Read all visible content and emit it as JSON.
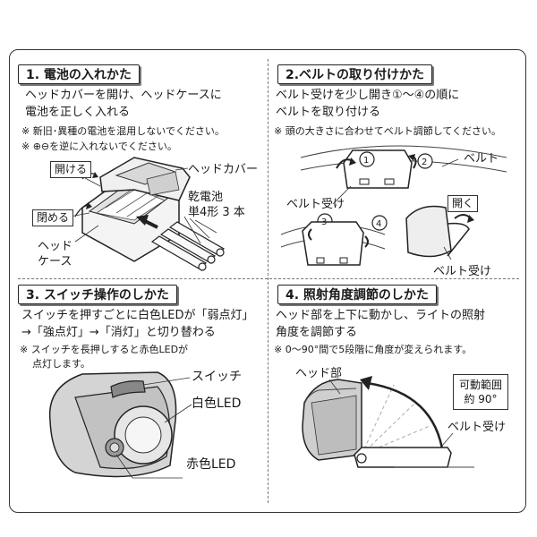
{
  "sections": {
    "battery": {
      "title": "1. 電池の入れかた",
      "line1": "ヘッドカバーを開け、ヘッドケースに",
      "line2": "電池を正しく入れる",
      "note1": "※ 新旧･異種の電池を混用しないでください。",
      "note2": "※ ⊕⊖を逆に入れないでください。",
      "label_open": "開ける",
      "label_close": "閉める",
      "label_cover": "ヘッドカバー",
      "label_battery_1": "乾電池",
      "label_battery_2": "単4形 3 本",
      "label_case_1": "ヘッド",
      "label_case_2": "ケース"
    },
    "belt": {
      "title": "2.ベルトの取り付けかた",
      "line1": "ベルト受けを少し開き①〜④の順に",
      "line2": "ベルトを取り付ける",
      "note1": "※ 頭の大きさに合わせてベルト調節してください。",
      "label_belt": "ベルト",
      "label_holder": "ベルト受け",
      "label_open": "開く",
      "label_holder2": "ベルト受け",
      "step1": "1",
      "step2": "2",
      "step3": "3",
      "step4": "4"
    },
    "switch": {
      "title": "3. スイッチ操作のしかた",
      "line1": "スイッチを押すごとに白色LEDが「弱点灯」",
      "line2": "→「強点灯」→「消灯」と切り替わる",
      "note1": "※ スイッチを長押しすると赤色LEDが",
      "note2": "点灯します。",
      "label_switch": "スイッチ",
      "label_white": "白色LED",
      "label_red": "赤色LED"
    },
    "angle": {
      "title": "4. 照射角度調節のしかた",
      "line1": "ヘッド部を上下に動かし、ライトの照射",
      "line2": "角度を調節する",
      "note1": "※ 0〜90°間で5段階に角度が変えられます。",
      "label_head": "ヘッド部",
      "range_1": "可動範囲",
      "range_2": "約 90°",
      "label_holder": "ベルト受け"
    }
  }
}
